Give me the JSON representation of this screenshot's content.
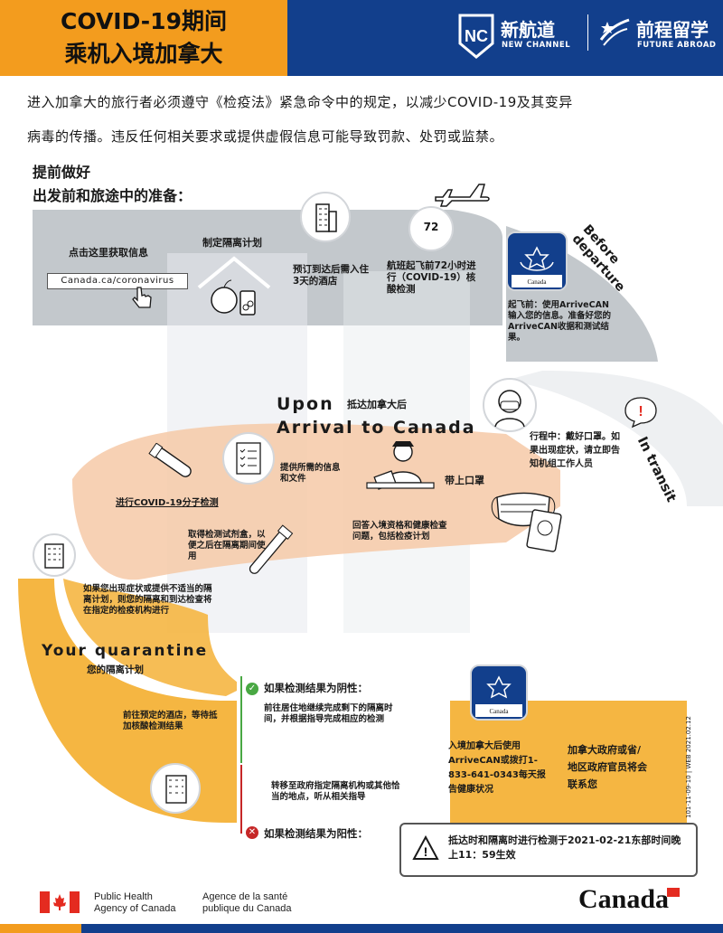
{
  "header": {
    "title_line1": "COVID-19期间",
    "title_line2": "乘机入境加拿大",
    "brand1_cn": "新航道",
    "brand1_en": "NEW CHANNEL",
    "brand1_mark": "NC",
    "brand2_cn": "前程留学",
    "brand2_en": "FUTURE ABROAD"
  },
  "intro": {
    "line1": "进入加拿大的旅行者必须遵守《检疫法》紧急命令中的规定，以减少COVID-19及其变异",
    "line2": "病毒的传播。违反任何相关要求或提供虚假信息可能导致罚款、处罚或监禁。"
  },
  "prepare": {
    "heading1": "提前做好",
    "heading2": "出发前和旅途中的准备：",
    "info_label": "点击这里获取信息",
    "info_link": "Canada.ca/coronavirus",
    "plan_label": "制定隔离计划",
    "hotel_label": "预订到达后需入住3天的酒店",
    "test_label": "航班起飞前72小时进行（COVID-19）核酸检测",
    "hours_badge": "72",
    "arrivecan_label": "起飞前：使用ArriveCAN输入您的信息。准备好您的ArriveCAN收据和测试结果。",
    "before_departure": "Before departure"
  },
  "transit": {
    "label": "In transit",
    "text": "行程中：戴好口罩。如果出现症状，请立即告知机组工作人员",
    "alert": "!"
  },
  "arrival": {
    "title1": "Upon",
    "title2": "Arrival to Canada",
    "cn": "抵达加拿大后",
    "documents": "提供所需的信息和文件",
    "mask": "带上口罩",
    "covid_test": "进行COVID-19分子检测",
    "kit": "取得检测试剂盒，以便之后在隔离期间使用",
    "answer": "回答入境资格和健康检查问题，包括检疫计划"
  },
  "quarantine": {
    "title": "Your quarantine",
    "cn": "您的隔离计划",
    "symptoms": "如果您出现症状或提供不适当的隔离计划，则您的隔离和到达检查将在指定的检疫机构进行",
    "hotel_wait": "前往预定的酒店，等待抵加核酸检测结果",
    "negative_head": "如果检测结果为阴性：",
    "negative_text": "前往居住地继续完成剩下的隔离时间，并根据指导完成相应的检测",
    "positive_head": "如果检测结果为阳性：",
    "positive_text": "转移至政府指定隔离机构或其他恰当的地点，听从相关指导",
    "arrivecan_daily": "入境加拿大后使用ArriveCAN或拨打1- 833-641-0343每天报告健康状况",
    "contact": "加拿大政府或省/地区政府官员将会联系您",
    "effective": "抵达时和隔离时进行检测于2021-02-21东部时间晚上11：59生效",
    "side_code": "101-11-09-10 | WEB 2021.02.12"
  },
  "footer": {
    "phac_en1": "Public Health",
    "phac_en2": "Agency of Canada",
    "phac_fr1": "Agence de la santé",
    "phac_fr2": "publique du Canada",
    "wordmark": "Canada"
  },
  "colors": {
    "navy": "#123f8c",
    "orange": "#f39c1e",
    "grey_band": "#c3c8cc",
    "yellow_band": "#f5b642",
    "salmon_band": "#f6c9a7",
    "flag_red": "#e42b20"
  },
  "icons": [
    "airplane-icon",
    "building-icon",
    "clock-72-icon",
    "fruit-icon",
    "cursor-icon",
    "arrivecan-app-icon",
    "masked-person-icon",
    "alert-icon",
    "checklist-icon",
    "officer-icon",
    "mask-icon",
    "passport-icon",
    "test-tube-icon",
    "swab-icon",
    "check-icon",
    "cross-icon",
    "warning-icon",
    "canada-flag-icon"
  ]
}
